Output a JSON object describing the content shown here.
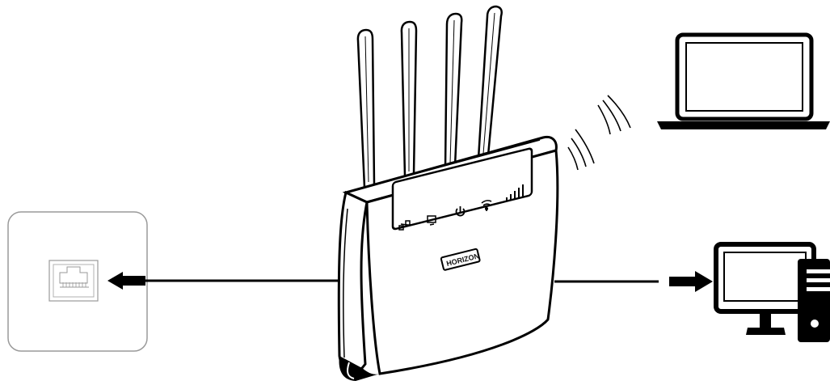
{
  "router": {
    "brand": "HORIZON",
    "indicators": [
      "lan-icon",
      "computer-icon",
      "power-icon",
      "wifi-icon",
      "signal-icon"
    ]
  },
  "devices": [
    "wall-ethernet-socket",
    "router",
    "laptop",
    "desktop-computer"
  ],
  "connections": [
    {
      "from": "router",
      "to": "wall-ethernet-socket",
      "type": "cable"
    },
    {
      "from": "router",
      "to": "desktop-computer",
      "type": "cable"
    },
    {
      "from": "router",
      "to": "laptop",
      "type": "wireless"
    }
  ],
  "colors": {
    "line": "#000000",
    "background": "#ffffff",
    "socket_border": "#9a9a9a"
  }
}
